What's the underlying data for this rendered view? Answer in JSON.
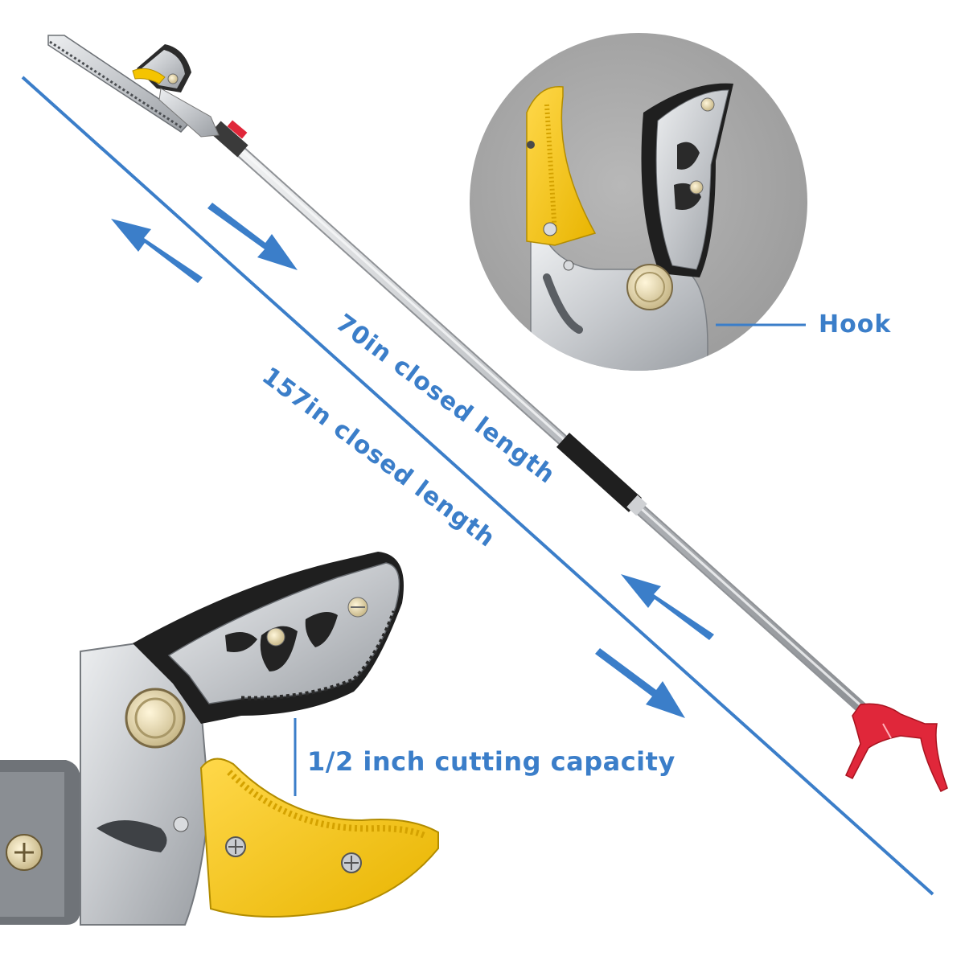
{
  "labels": {
    "length_70": "70in closed length",
    "length_157": "157in closed length",
    "cutting_capacity": "1/2 inch cutting capacity",
    "hook": "Hook"
  },
  "colors": {
    "accent_blue": "#3b7ec9",
    "handle_yellow": "#f5c400",
    "trigger_red": "#e0273a",
    "steel": "#c9ccd0",
    "inset_bg": "#a9a9a9"
  }
}
